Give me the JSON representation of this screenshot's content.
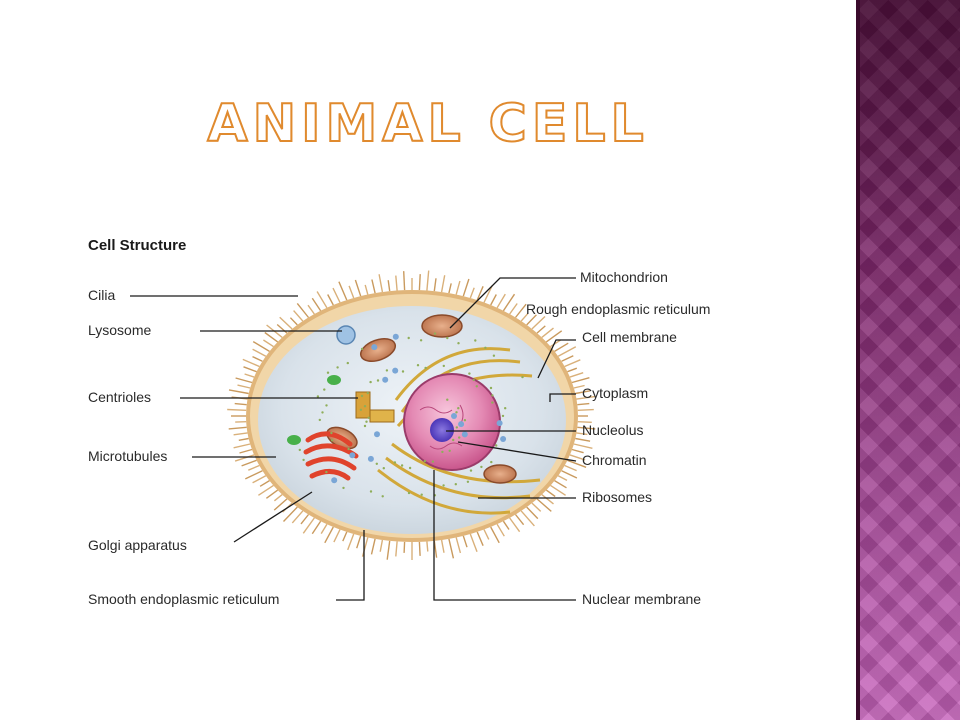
{
  "slide": {
    "title": "Animal Cell",
    "colors": {
      "title_outline": "#e08a2e",
      "side_band": "#8a2e78"
    }
  },
  "diagram": {
    "heading": "Cell Structure",
    "labels": {
      "cilia": "Cilia",
      "lysosome": "Lysosome",
      "centrioles": "Centrioles",
      "microtubules": "Microtubules",
      "golgi": "Golgi apparatus",
      "smooth_er": "Smooth endoplasmic reticulum",
      "mitochondrion": "Mitochondrion",
      "rough_er": "Rough endoplasmic reticulum",
      "cell_membrane": "Cell membrane",
      "cytoplasm": "Cytoplasm",
      "nucleolus": "Nucleolus",
      "chromatin": "Chromatin",
      "ribosomes": "Ribosomes",
      "nuclear_membrane": "Nuclear membrane"
    }
  }
}
